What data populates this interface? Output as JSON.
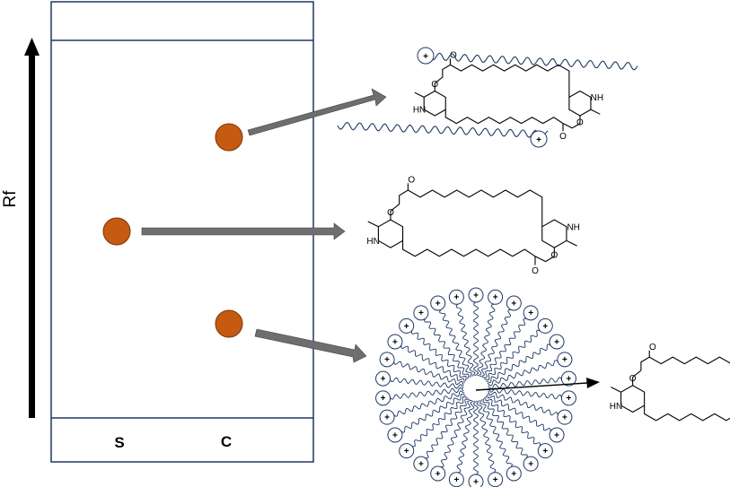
{
  "axis": {
    "label": "Rf"
  },
  "lanes": {
    "sample": "S",
    "control": "C"
  },
  "spots": [
    {
      "id": "spot-c-top",
      "lane": "C"
    },
    {
      "id": "spot-s-middle",
      "lane": "S"
    },
    {
      "id": "spot-c-bottom",
      "lane": "C"
    }
  ],
  "chem_labels": {
    "amine": "NH",
    "amine_left": "HN",
    "oxygen": "O",
    "plus": "+"
  },
  "colors": {
    "spot": "#C55A11",
    "spot_edge": "#7A3508",
    "arrow": "#6E6E6E",
    "plate_border": "#1F3864",
    "surfactant": "#1F3864",
    "rf_arrow": "#000000"
  },
  "icons": [
    "plus-charge-icon"
  ]
}
